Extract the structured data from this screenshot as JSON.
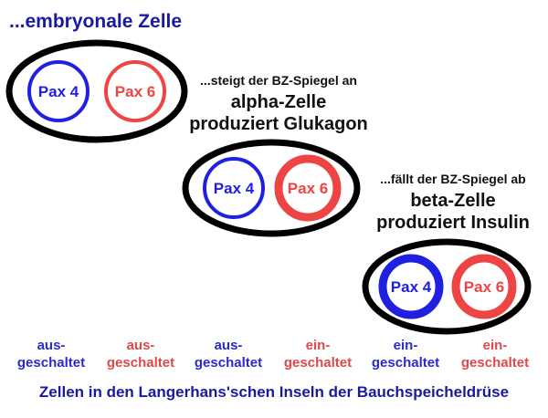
{
  "title": "...embryonale Zelle",
  "cells": [
    {
      "pax4": "Pax 4",
      "pax6": "Pax 6"
    },
    {
      "pax4": "Pax 4",
      "pax6": "Pax 6"
    },
    {
      "pax4": "Pax 4",
      "pax6": "Pax 6"
    }
  ],
  "alpha": {
    "condition": "...steigt der BZ-Spiegel an",
    "line1": "alpha-Zelle",
    "line2": "produziert Glukagon"
  },
  "beta": {
    "condition": "...fällt der BZ-Spiegel ab",
    "line1": "beta-Zelle",
    "line2": "produziert Insulin"
  },
  "states": [
    {
      "line1": "aus-",
      "line2": "geschaltet",
      "color": "#2a2ad0"
    },
    {
      "line1": "aus-",
      "line2": "geschaltet",
      "color": "#e04848"
    },
    {
      "line1": "aus-",
      "line2": "geschaltet",
      "color": "#2a2ad0"
    },
    {
      "line1": "ein-",
      "line2": "geschaltet",
      "color": "#e04848"
    },
    {
      "line1": "ein-",
      "line2": "geschaltet",
      "color": "#2a2ad0"
    },
    {
      "line1": "ein-",
      "line2": "geschaltet",
      "color": "#e04848"
    }
  ],
  "footer": "Zellen in den Langerhans'schen Inseln der Bauchspeicheldrüse",
  "colors": {
    "pax4": "#2020e0",
    "pax6": "#ee4444",
    "outline": "#000000",
    "title": "#1a1aa0"
  }
}
